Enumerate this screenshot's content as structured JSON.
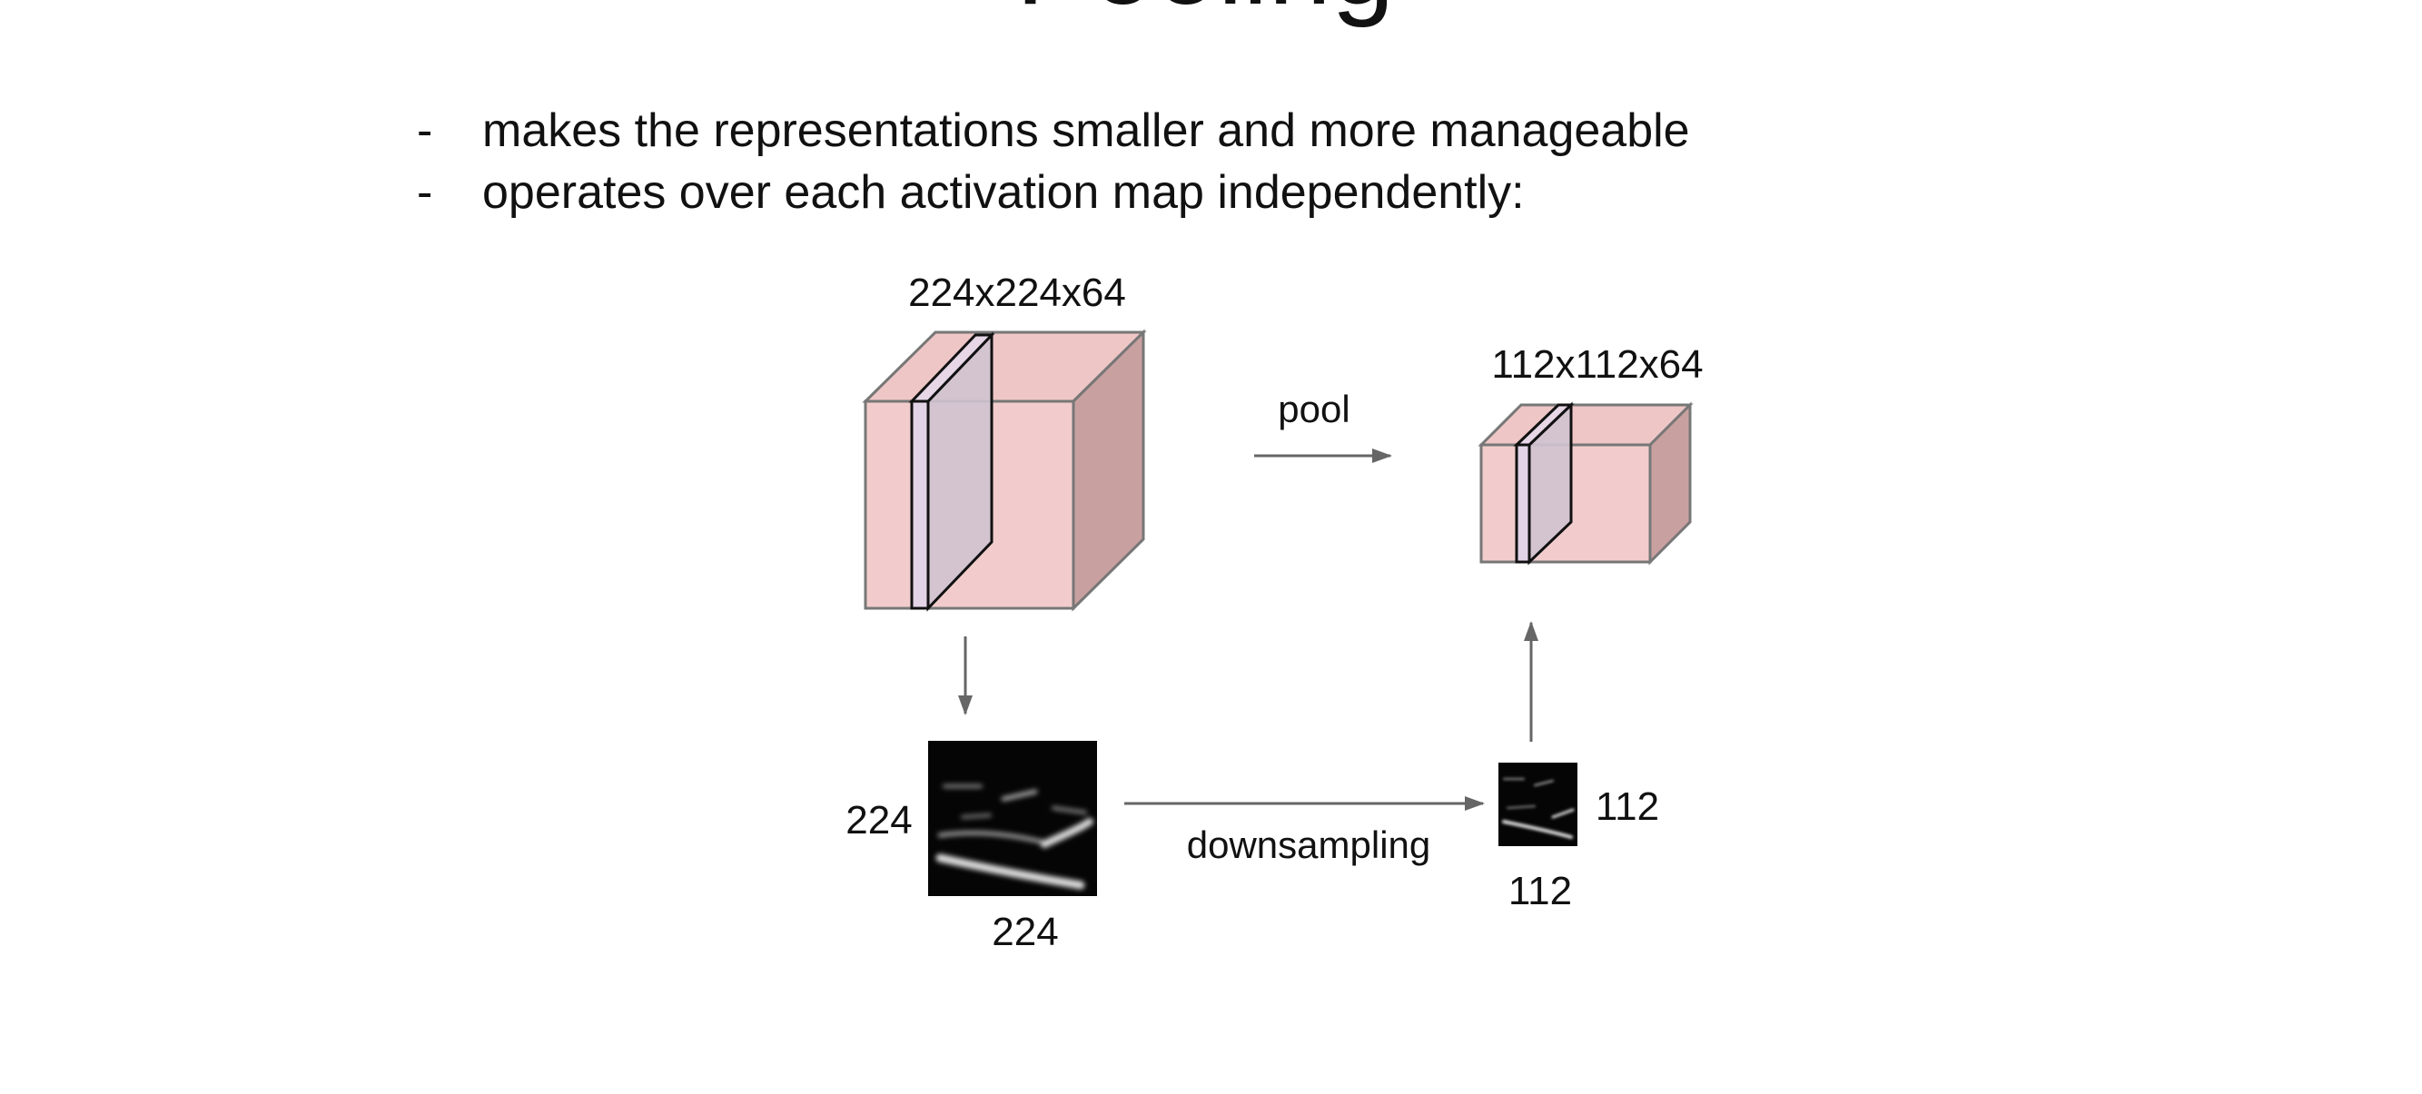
{
  "slide": {
    "title": "Pooling",
    "bullets": [
      "makes the representations smaller and more manageable",
      "operates over each activation map independently:"
    ],
    "bullet_marker": "-"
  },
  "diagram": {
    "input_volume_label": "224x224x64",
    "output_volume_label": "112x112x64",
    "pool_label": "pool",
    "downsampling_label": "downsampling",
    "input_map_height": "224",
    "input_map_width": "224",
    "output_map_height": "112",
    "output_map_width": "112",
    "colors": {
      "cube_front": "#f2cccc",
      "cube_top": "#efc6c6",
      "cube_side": "#c9a0a0",
      "slice": "#cfc3d0",
      "arrow": "#666666"
    }
  }
}
